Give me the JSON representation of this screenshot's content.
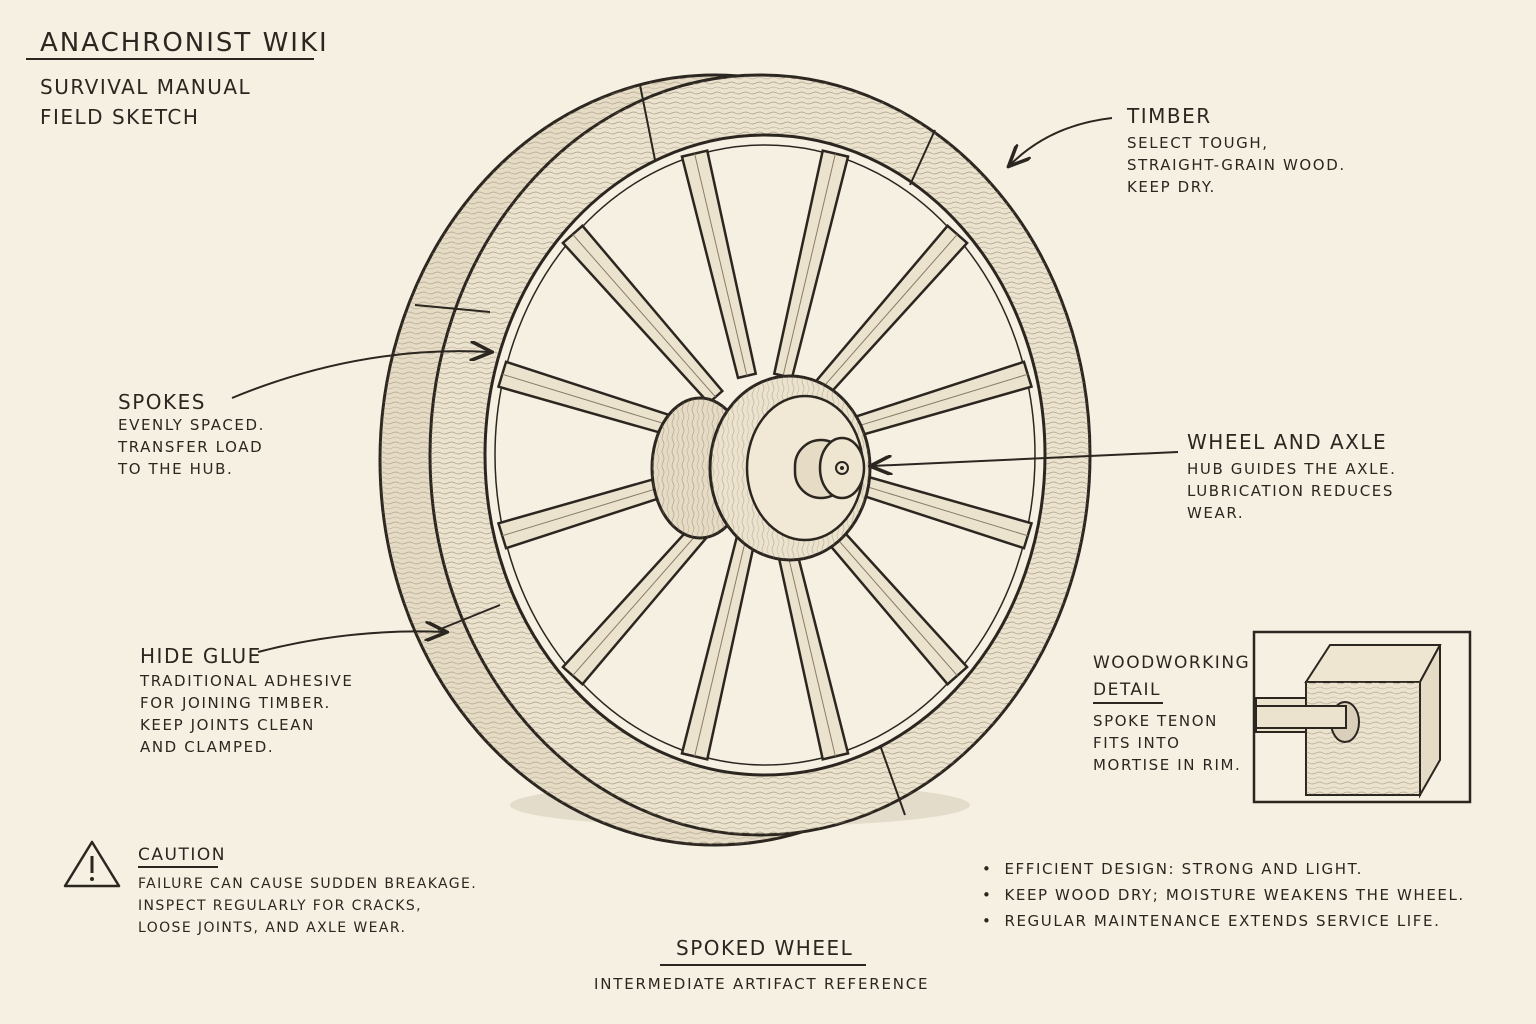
{
  "header": {
    "site_title": "ANACHRONIST WIKI",
    "subtitle_lines": [
      "SURVIVAL MANUAL",
      "FIELD SKETCH"
    ]
  },
  "callouts": {
    "timber": {
      "title": "TIMBER",
      "lines": [
        "SELECT TOUGH,",
        "STRAIGHT-GRAIN WOOD.",
        "KEEP DRY."
      ]
    },
    "spokes": {
      "title": "SPOKES",
      "lines": [
        "EVENLY SPACED.",
        "TRANSFER LOAD",
        "TO THE HUB."
      ]
    },
    "axle": {
      "title": "WHEEL AND AXLE",
      "lines": [
        "HUB GUIDES THE AXLE.",
        "LUBRICATION REDUCES",
        "WEAR."
      ]
    },
    "hide_glue": {
      "title": "HIDE GLUE",
      "lines": [
        "TRADITIONAL ADHESIVE",
        "FOR JOINING TIMBER.",
        "KEEP JOINTS CLEAN",
        "AND CLAMPED."
      ]
    },
    "woodworking": {
      "title_lines": [
        "WOODWORKING",
        "DETAIL"
      ],
      "lines": [
        "SPOKE TENON",
        "FITS INTO",
        "MORTISE IN RIM."
      ]
    }
  },
  "caution": {
    "icon": "warning-triangle-icon",
    "title": "CAUTION",
    "lines": [
      "FAILURE CAN CAUSE SUDDEN BREAKAGE.",
      "INSPECT REGULARLY FOR CRACKS,",
      "LOOSE JOINTS, AND AXLE WEAR."
    ]
  },
  "notes": [
    "EFFICIENT DESIGN: STRONG AND LIGHT.",
    "KEEP WOOD DRY; MOISTURE WEAKENS THE WHEEL.",
    "REGULAR MAINTENANCE EXTENDS SERVICE LIFE."
  ],
  "footer": {
    "title": "SPOKED WHEEL",
    "subtitle": "INTERMEDIATE ARTIFACT REFERENCE"
  },
  "colors": {
    "paper": "#f6f0e2",
    "ink": "#2b2620",
    "wood": "#ece3cf"
  }
}
